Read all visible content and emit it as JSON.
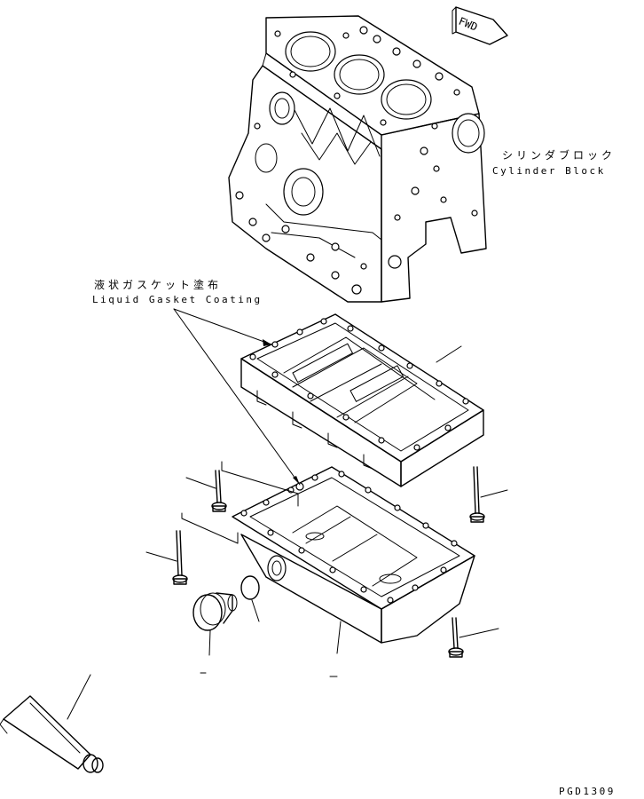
{
  "fwd_label": "FWD",
  "cylinder_block": {
    "jp": "シリンダブロック",
    "en": "Cylinder Block"
  },
  "gasket_note": {
    "jp": "液状ガスケット塗布",
    "en": "Liquid Gasket Coating"
  },
  "drawing_code": "PGD1309"
}
